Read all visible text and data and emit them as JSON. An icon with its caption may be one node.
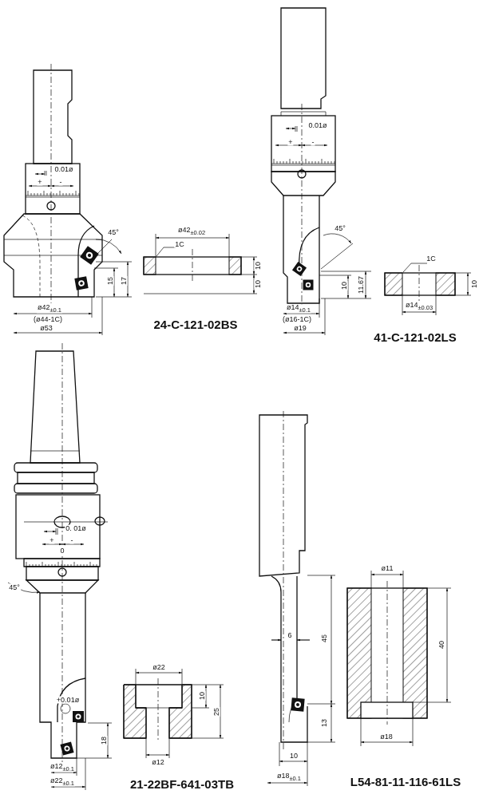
{
  "diagram": {
    "labels": [
      "0.01ø",
      "+",
      "-",
      "45°",
      "15",
      "17",
      "ø42$_{±0.1}$",
      "(ø44-1C)",
      "ø53",
      "ø42$_{±0.02}$",
      "1C",
      "10",
      "10",
      "24-C-121-02BS",
      "0.01ø",
      "+",
      "-",
      "45°",
      "10",
      "11.67",
      "ø14$_{±0.1}$",
      "(ø16-1C)",
      "ø19",
      "1C",
      "10",
      "ø14$_{±0.03}$",
      "41-C-121-02LS",
      "0. 01ø",
      "+",
      "-",
      "0",
      "45°",
      "+0.01ø",
      "18",
      "ø12$_{±0.1}$",
      "ø22$_{±0.1}$",
      "ø22",
      "10",
      "25",
      "ø12",
      "21-22BF-641-03TB",
      "6",
      "45",
      "13",
      "10",
      "ø18$_{±0.1}$",
      "ø11",
      "40",
      "ø18",
      "L54-81-11-116-61LS"
    ]
  }
}
